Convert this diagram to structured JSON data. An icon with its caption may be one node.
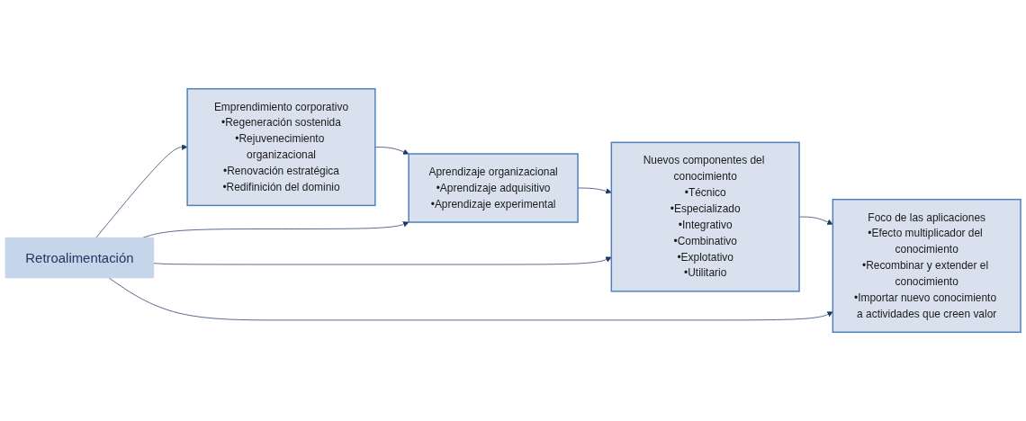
{
  "diagram": {
    "nodes": [
      {
        "text": [
          "Emprendimiento corporativo",
          "•Regeneración sostenida",
          "•Rejuvenecimiento organizacional",
          "•Renovación estratégica",
          "•Redifinición del dominio"
        ]
      },
      {
        "text": [
          "Aprendizaje organizacional",
          "•Aprendizaje adquisitivo",
          "•Aprendizaje experimental"
        ]
      },
      {
        "text": [
          "Nuevos componentes del conocimiento",
          "•Técnico",
          "•Especializado",
          "•Integrativo",
          "•Combinativo",
          "•Explotativo",
          "•Utilitario"
        ]
      },
      {
        "text": [
          "Foco de las aplicaciones",
          "•Efecto multiplicador del conocimiento",
          "•Recombinar y extender el conocimiento",
          "•Importar nuevo conocimiento a actividades que creen valor"
        ]
      },
      {
        "text": [
          "Retroalimentación"
        ]
      }
    ],
    "edges": [
      {
        "from": 0,
        "to": 1,
        "arrow": "to"
      },
      {
        "from": 1,
        "to": 2,
        "arrow": "to"
      },
      {
        "from": 2,
        "to": 3,
        "arrow": "to"
      },
      {
        "from": 4,
        "to": 0,
        "arrow": "to"
      },
      {
        "from": 4,
        "to": 1,
        "arrow": "to"
      },
      {
        "from": 4,
        "to": 2,
        "arrow": "to"
      },
      {
        "from": 4,
        "to": 3,
        "arrow": "to"
      }
    ]
  }
}
